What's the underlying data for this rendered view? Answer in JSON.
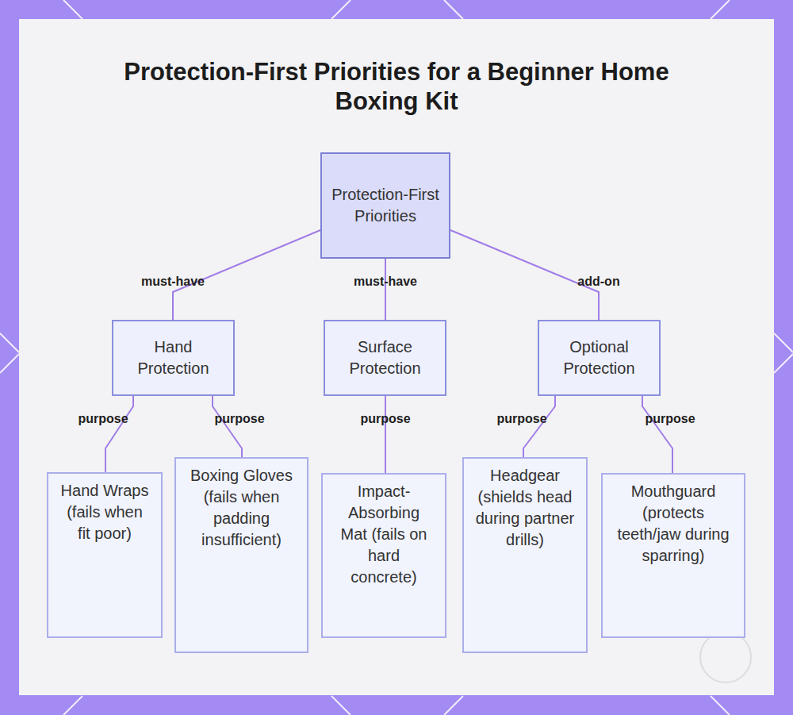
{
  "diagram": {
    "title": "Protection-First Priorities for a Beginner Home Boxing Kit",
    "nodes": [
      {
        "text": [
          "Protection-First Priorities"
        ]
      },
      {
        "text": [
          "Hand Protection"
        ]
      },
      {
        "text": [
          "Surface Protection"
        ]
      },
      {
        "text": [
          "Optional Protection"
        ]
      },
      {
        "text": [
          "Hand Wraps (fails when fit poor)"
        ]
      },
      {
        "text": [
          "Boxing Gloves (fails when padding insufficient)"
        ]
      },
      {
        "text": [
          "Impact-Absorbing Mat (fails on hard concrete)"
        ]
      },
      {
        "text": [
          "Headgear (shields head during partner drills)"
        ]
      },
      {
        "text": [
          "Mouthguard (protects teeth/jaw during sparring)"
        ]
      }
    ],
    "edges": [
      {
        "from": 0,
        "to": 1,
        "arrow": "none",
        "label": "must-have"
      },
      {
        "from": 0,
        "to": 2,
        "arrow": "none",
        "label": "must-have"
      },
      {
        "from": 0,
        "to": 3,
        "arrow": "none",
        "label": "add-on"
      },
      {
        "from": 1,
        "to": 4,
        "arrow": "none",
        "label": "purpose"
      },
      {
        "from": 1,
        "to": 5,
        "arrow": "none",
        "label": "purpose"
      },
      {
        "from": 2,
        "to": 6,
        "arrow": "none",
        "label": "purpose"
      },
      {
        "from": 3,
        "to": 7,
        "arrow": "none",
        "label": "purpose"
      },
      {
        "from": 3,
        "to": 8,
        "arrow": "none",
        "label": "purpose"
      }
    ]
  }
}
